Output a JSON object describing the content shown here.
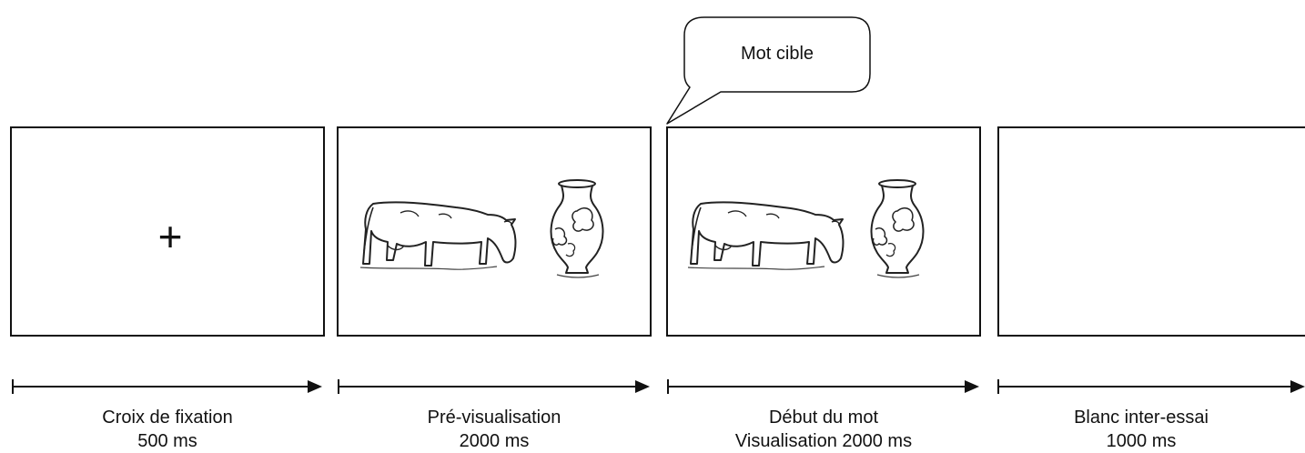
{
  "speech_bubble": {
    "text": "Mot cible"
  },
  "screens": [
    {
      "content": "fixation-cross",
      "symbol": "+"
    },
    {
      "content": "cow-and-vase"
    },
    {
      "content": "cow-and-vase"
    },
    {
      "content": "blank"
    }
  ],
  "phases": [
    {
      "name": "Croix de fixation",
      "duration": "500 ms"
    },
    {
      "name": "Pré-visualisation",
      "duration": "2000 ms"
    },
    {
      "name": "Début du mot",
      "duration": "Visualisation 2000 ms"
    },
    {
      "name": "Blanc inter-essai",
      "duration": "1000 ms"
    }
  ]
}
